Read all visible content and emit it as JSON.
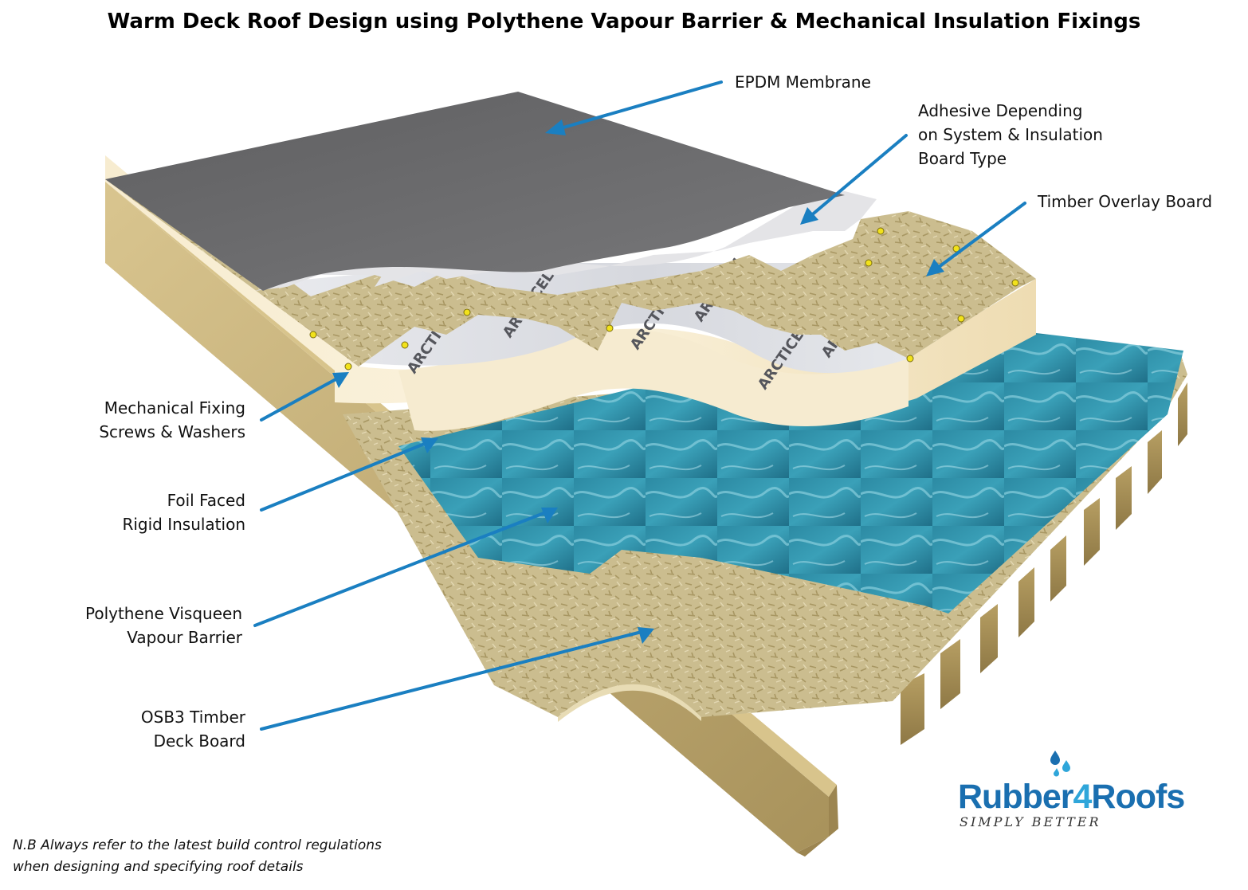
{
  "title": "Warm Deck Roof Design using Polythene Vapour Barrier & Mechanical Insulation Fixings",
  "labels": {
    "epdm": [
      "EPDM Membrane"
    ],
    "adhesive": [
      "Adhesive Depending",
      "on System & Insulation",
      "Board Type"
    ],
    "timber_overlay": [
      "Timber Overlay Board"
    ],
    "mechanical_fixing": [
      "Mechanical Fixing",
      "Screws & Washers"
    ],
    "foil_insulation": [
      "Foil Faced",
      "Rigid Insulation"
    ],
    "vapour_barrier": [
      "Polythene Visqueen",
      "Vapour Barrier"
    ],
    "osb3": [
      "OSB3 Timber",
      "Deck Board"
    ]
  },
  "insulation_print": "ARCTICEL",
  "note": [
    "N.B Always refer to the latest build control regulations",
    "when designing and specifying roof details"
  ],
  "logo": {
    "part1": "Rubber",
    "part2": "4",
    "part3": "Roofs",
    "tagline": "SIMPLY BETTER"
  },
  "colors": {
    "arrow": "#1a7fc1",
    "epdm": "#6d6d6f",
    "adhesive": "#e2e2e4",
    "osb": "#cbbd8f",
    "insulation_side": "#f3e6c5",
    "vapour": "#2f8ea6",
    "joist": "#c6b178",
    "logo_blue": "#1a6fb0",
    "logo_light": "#2fa6da"
  }
}
